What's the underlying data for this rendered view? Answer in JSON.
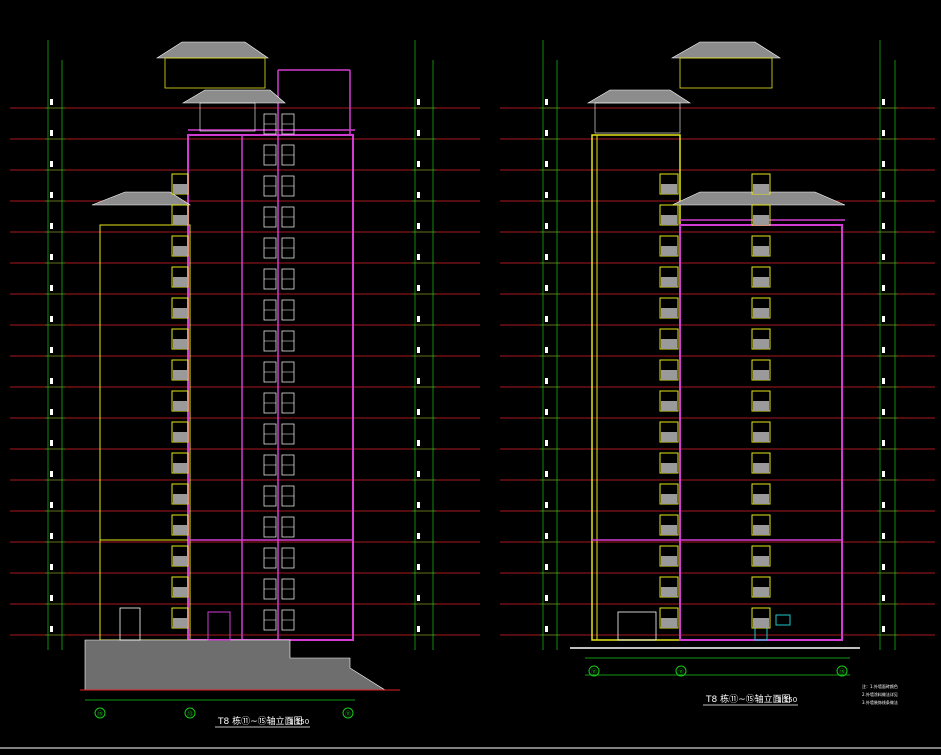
{
  "drawing": {
    "background": "#000000",
    "colors": {
      "floor_line": "#e0202a",
      "dim_line": "#19c819",
      "wall_magenta": "#d23cd2",
      "wall_yellow": "#e6e619",
      "roof_fill": "#9a9a9a",
      "white": "#ffffff",
      "cyan": "#19c8c8",
      "ground_fill": "#b4b4b4"
    },
    "left_title": "T8 栋⑪~⑮轴立面图",
    "left_scale": "1:150",
    "right_title": "T8 栋⑪~⑮轴立面图",
    "right_scale": "1:150",
    "left_axes": [
      "⑮",
      "⑬",
      "⑪"
    ],
    "right_axes": [
      "⑪",
      "⑪",
      "⑮"
    ],
    "notes": [
      "注：1.外墙面砖颜色",
      "2.外墙涂料做法详见",
      "3.外墙装饰线条做法"
    ],
    "floor_count": 18
  }
}
